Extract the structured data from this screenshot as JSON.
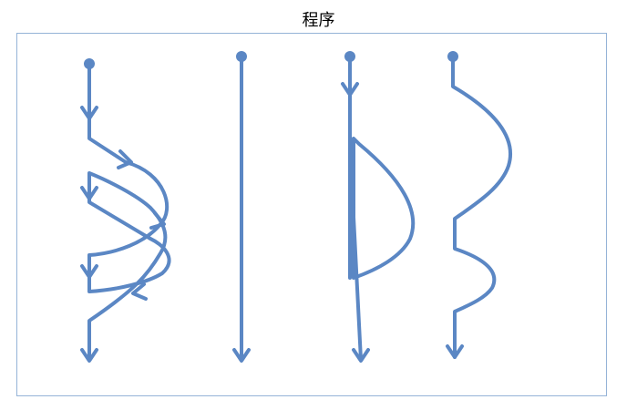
{
  "title": "程序",
  "colors": {
    "stroke": "#5b87c4",
    "frame": "#95b3d7",
    "background": "#ffffff"
  },
  "diagram": {
    "panels": [
      {
        "name": "interleaved-flow",
        "start_marker": "dot",
        "end_marker": "arrow"
      },
      {
        "name": "straight-flow",
        "start_marker": "dot",
        "end_marker": "arrow"
      },
      {
        "name": "single-loop-flow",
        "start_marker": "dot",
        "end_marker": "arrow"
      },
      {
        "name": "wavy-flow",
        "start_marker": "dot",
        "end_marker": "arrow"
      }
    ]
  }
}
